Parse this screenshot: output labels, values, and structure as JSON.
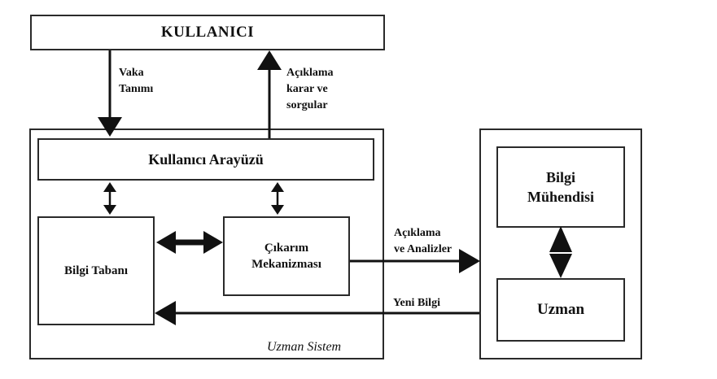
{
  "kullanici": "KULLANICI",
  "arayuz": "Kullanıcı Arayüzü",
  "bilgi_tabani": "Bilgi Tabanı",
  "cikarim_line1": "Çıkarım",
  "cikarim_line2": "Mekanizması",
  "bilgi_muhendisi_line1": "Bilgi",
  "bilgi_muhendisi_line2": "Mühendisi",
  "uzman": "Uzman",
  "uzman_sistem": "Uzman Sistem",
  "vaka_line1": "Vaka",
  "vaka_line2": "Tanımı",
  "aciklama_karar_line1": "Açıklama",
  "aciklama_karar_line2": "karar ve",
  "aciklama_karar_line3": "sorgular",
  "aciklama_analiz_line1": "Açıklama",
  "aciklama_analiz_line2": "ve Analizler",
  "yeni_bilgi": "Yeni Bilgi",
  "colors": {
    "line": "#111111",
    "border": "#2a2a2a",
    "background": "#ffffff"
  }
}
